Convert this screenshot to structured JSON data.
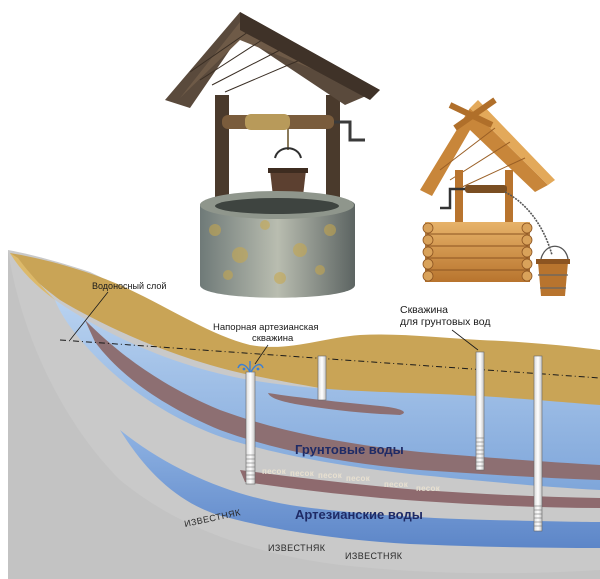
{
  "labels": {
    "aquifer": "Водоносный слой",
    "artesian_well_line1": "Напорная артезианская",
    "artesian_well_line2": "скважина",
    "groundwater_well_line1": "Скважина",
    "groundwater_well_line2": "для грунтовых вод",
    "groundwater": "Грунтовые воды",
    "artesian_water": "Артезианские воды",
    "sand": "песок",
    "limestone": "ИЗВЕСТНЯК"
  },
  "colors": {
    "limestone": "#c8c8c8",
    "groundwater": "#9fbfe6",
    "clay": "#8b6d6e",
    "top_soil": "#c7a456",
    "bottom_sand": "#8e6a6e"
  }
}
